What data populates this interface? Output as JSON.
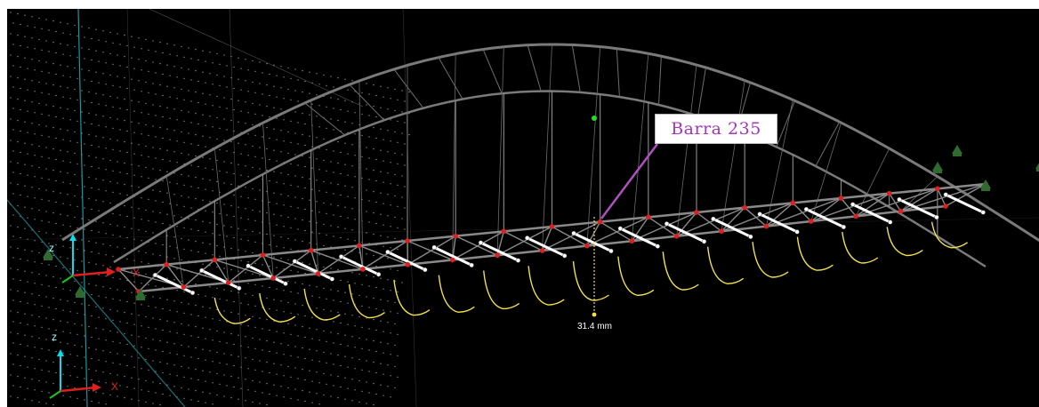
{
  "callout": {
    "text": "Barra 235"
  },
  "measurement": {
    "text": "31.4 mm"
  },
  "axes": {
    "top": {
      "z": "z",
      "x": "X"
    },
    "bottom": {
      "z": "z",
      "x": "X"
    }
  },
  "colors": {
    "background": "#000000",
    "structure": "#8a8a8a",
    "highlight_bars": "#ffffff",
    "nodes": "#e02020",
    "deflection": "#f0e04a",
    "callout_text": "#a335b8",
    "leader_line": "#b050c0",
    "supports": "#2f6a2f",
    "axis_z": "#00e0f0",
    "axis_x": "#e02020",
    "axis_y": "#20c020"
  }
}
